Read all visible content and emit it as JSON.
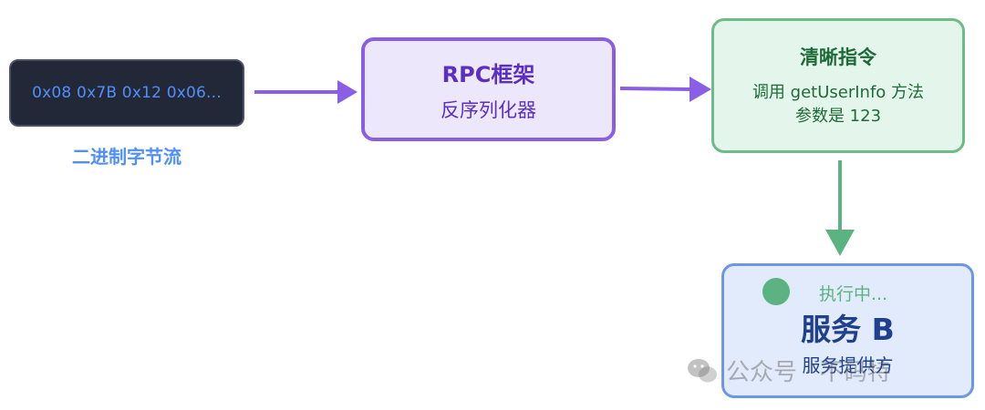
{
  "stream": {
    "hex_text": "0x08 0x7B 0x12 0x06...",
    "caption": "二进制字节流"
  },
  "rpc": {
    "title": "RPC框架",
    "subtitle": "反序列化器"
  },
  "instruction": {
    "title": "清晰指令",
    "line1": "调用 getUserInfo 方法",
    "line2": "参数是 123"
  },
  "service": {
    "status": "执行中...",
    "title": "服务 B",
    "subtitle": "服务提供方"
  },
  "watermark": {
    "text": "公众号 · 不码特"
  },
  "colors": {
    "arrow_purple": "#8a5fe6",
    "arrow_green": "#5bb381",
    "stream_bg": "#232838",
    "stream_text": "#4f8ff7"
  }
}
